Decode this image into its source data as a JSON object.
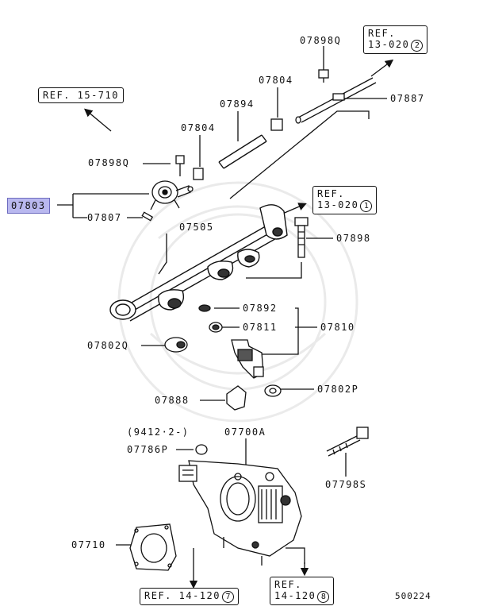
{
  "labels": {
    "p07898q_top": "07898Q",
    "p07804_top": "07804",
    "p07887": "07887",
    "p07894": "07894",
    "p07804_mid": "07804",
    "p07898q_left": "07898Q",
    "p07803": "07803",
    "p07807": "07807",
    "p07505": "07505",
    "p07898": "07898",
    "p07892": "07892",
    "p07811": "07811",
    "p07810": "07810",
    "p07802q": "07802Q",
    "p07802p": "07802P",
    "p07888": "07888",
    "date_code": "(9412·2-)",
    "p07700a": "07700A",
    "p07786p": "07786P",
    "p07798s": "07798S",
    "p07710": "07710",
    "diagram_id": "500224"
  },
  "refs": {
    "ref_13_020_2": {
      "line1": "REF.",
      "line2": "13-020",
      "num": "2"
    },
    "ref_15_710": {
      "line1": "REF. 15-710"
    },
    "ref_13_020_1": {
      "line1": "REF.",
      "line2": "13-020",
      "num": "1"
    },
    "ref_14_120_7": {
      "line1": "REF. 14-120",
      "num": "7"
    },
    "ref_14_120_8": {
      "line1": "REF.",
      "line2": "14-120",
      "num": "8"
    }
  },
  "colors": {
    "highlight": "#b9b8ef",
    "ink": "#111111"
  }
}
